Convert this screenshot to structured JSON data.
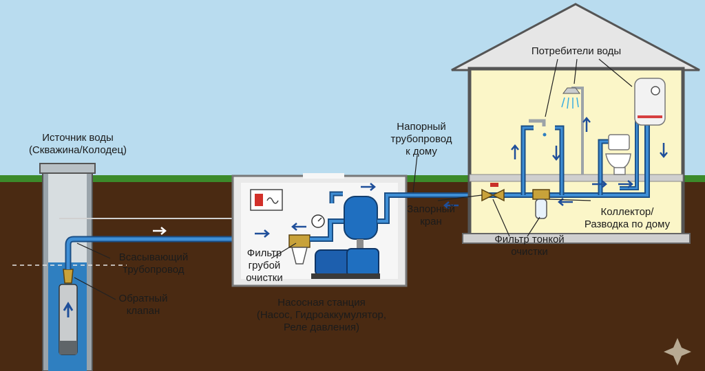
{
  "labels": {
    "source_line1": "Источник воды",
    "source_line2": "(Скважина/Колодец)",
    "suction_line1": "Всасывающий",
    "suction_line2": "трубопровод",
    "check_valve_line1": "Обратный",
    "check_valve_line2": "клапан",
    "coarse_filter_line1": "Фильтр",
    "coarse_filter_line2": "грубой",
    "coarse_filter_line3": "очистки",
    "station_line1": "Насосная станция",
    "station_line2": "(Насос, Гидроаккумулятор,",
    "station_line3": "Реле давления)",
    "pressure_pipe_line1": "Напорный",
    "pressure_pipe_line2": "трубопровод",
    "pressure_pipe_line3": "к дому",
    "shutoff_line1": "Запорный",
    "shutoff_line2": "кран",
    "consumers": "Потребители воды",
    "collector_line1": "Коллектор/",
    "collector_line2": "Разводка по дому",
    "fine_filter_line1": "Фильтр тонкой",
    "fine_filter_line2": "очистки"
  },
  "colors": {
    "sky": "#b9dcef",
    "soil": "#4a2a12",
    "grass": "#3c8a2a",
    "water": "#2f7fc0",
    "pipe": "#2a6fb0",
    "house_wall": "#fbf6c8",
    "station_wall": "#eeeeee",
    "flow_arrow_outdoor": "#ffffff",
    "flow_arrow_indoor": "#1f4f9a"
  },
  "icons": [
    "pump-icon",
    "tank-icon",
    "pressure-gauge-icon",
    "pressure-relay-icon",
    "faucet-icon",
    "shower-icon",
    "water-heater-icon",
    "toilet-icon",
    "filter-icon",
    "valve-icon",
    "submersible-pump-icon",
    "sparkle-icon"
  ]
}
